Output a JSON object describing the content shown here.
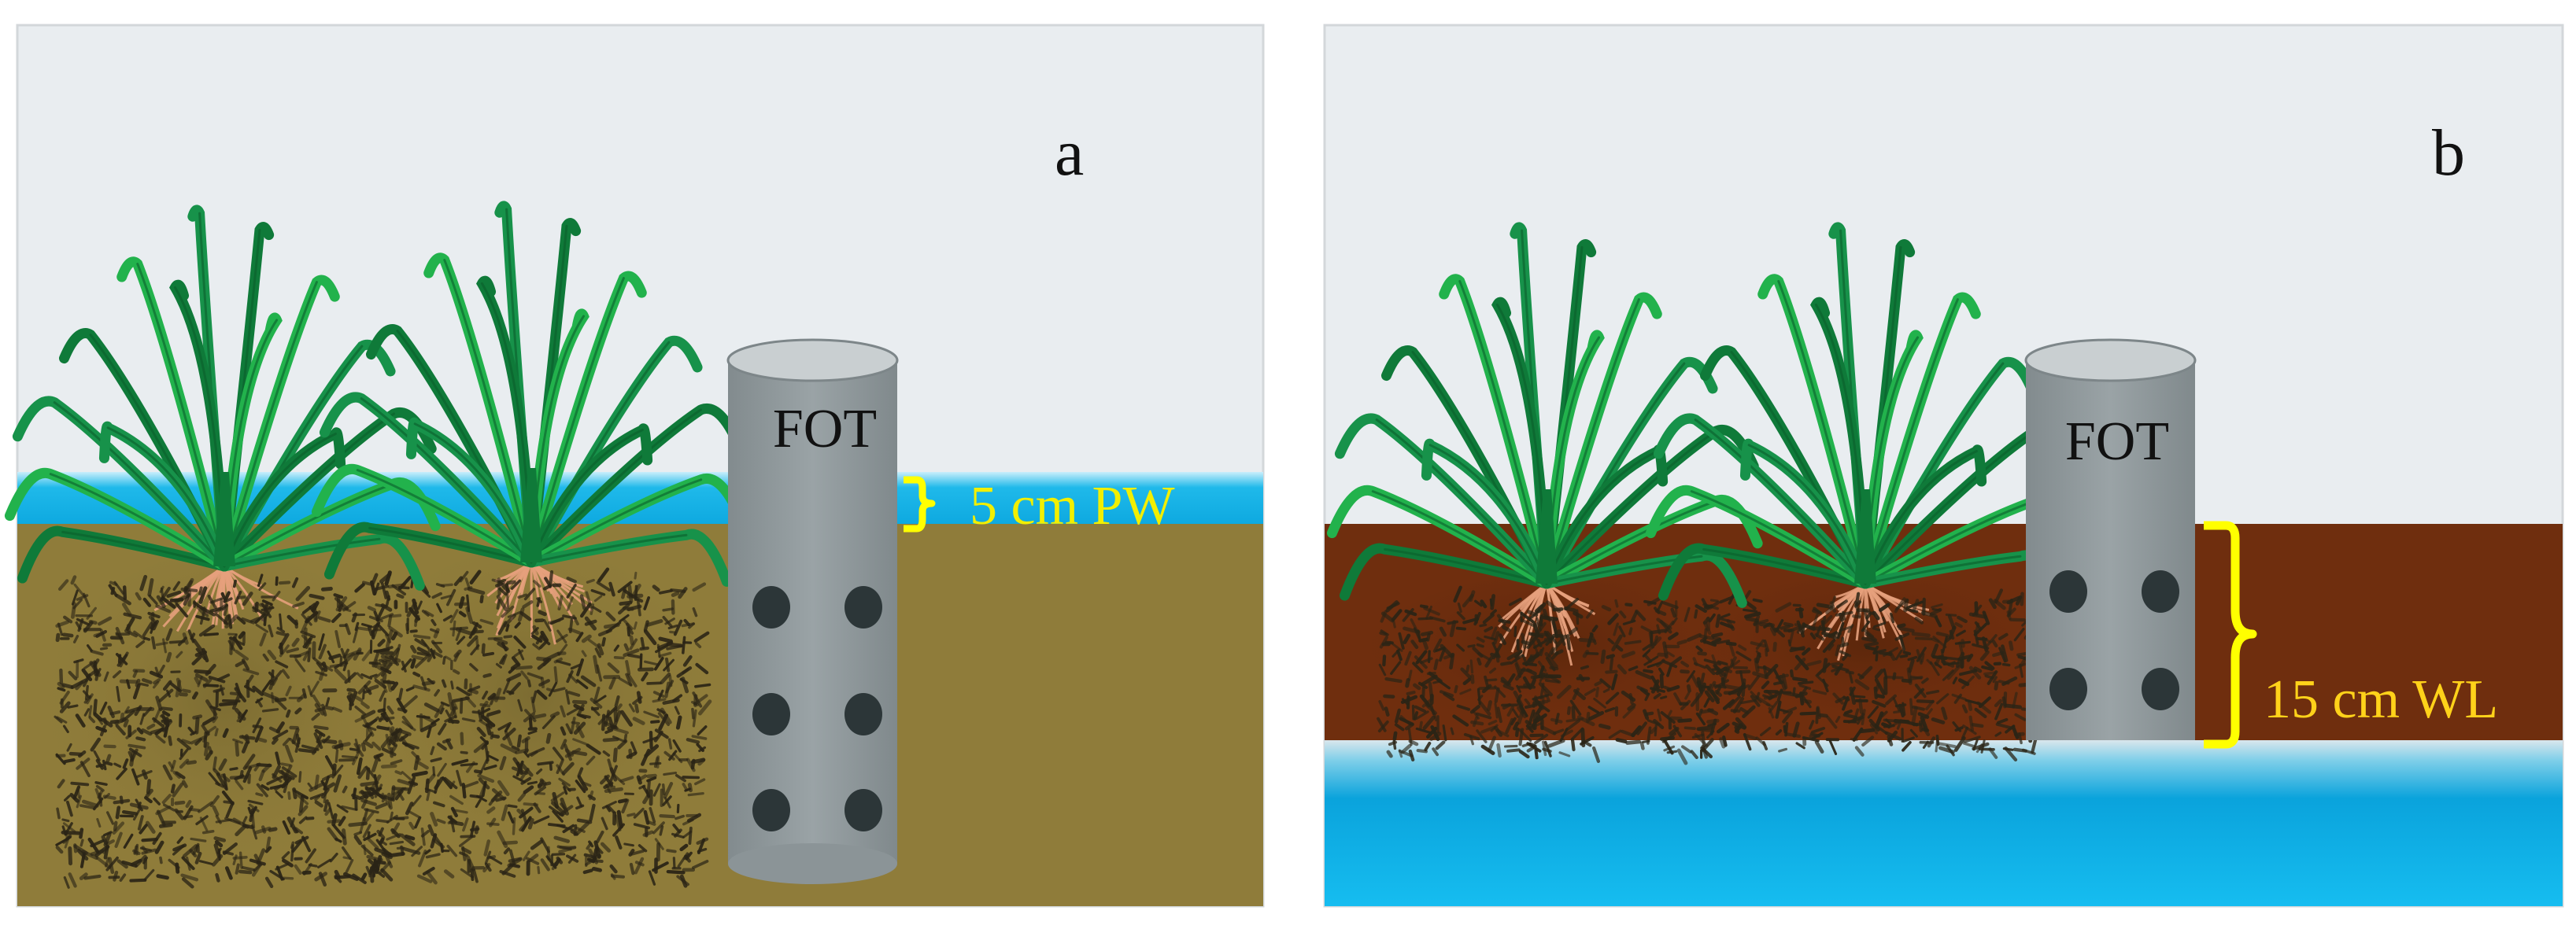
{
  "panels": {
    "a": {
      "letter": "a",
      "tube_label": "FOT",
      "measure_label": "5 cm PW",
      "condition": "ponded water"
    },
    "b": {
      "letter": "b",
      "tube_label": "FOT",
      "measure_label": "15 cm WL",
      "condition": "water level below surface"
    }
  },
  "colors": {
    "sky": "#e9edf0",
    "panel_border": "#d3d7da",
    "ponded_water": "#15b2e6",
    "soil_a": "#8f7c3a",
    "soil_b": "#6f2e0e",
    "groundwater": "#0aa3dc",
    "tube": "#8e979a",
    "tube_top": "#c9cfd1",
    "tube_hole": "#2c3638",
    "leaf_dark": "#0f7a39",
    "leaf_light": "#22b24c",
    "root_light": "#e6a07c",
    "root_dark": "#2a2416",
    "bracket": "#ffff00",
    "label_a": "#f2ef00",
    "label_b": "#ffd21a"
  },
  "icons": {
    "plant": "rice-plant-icon",
    "tube": "field-observation-tube-icon"
  }
}
